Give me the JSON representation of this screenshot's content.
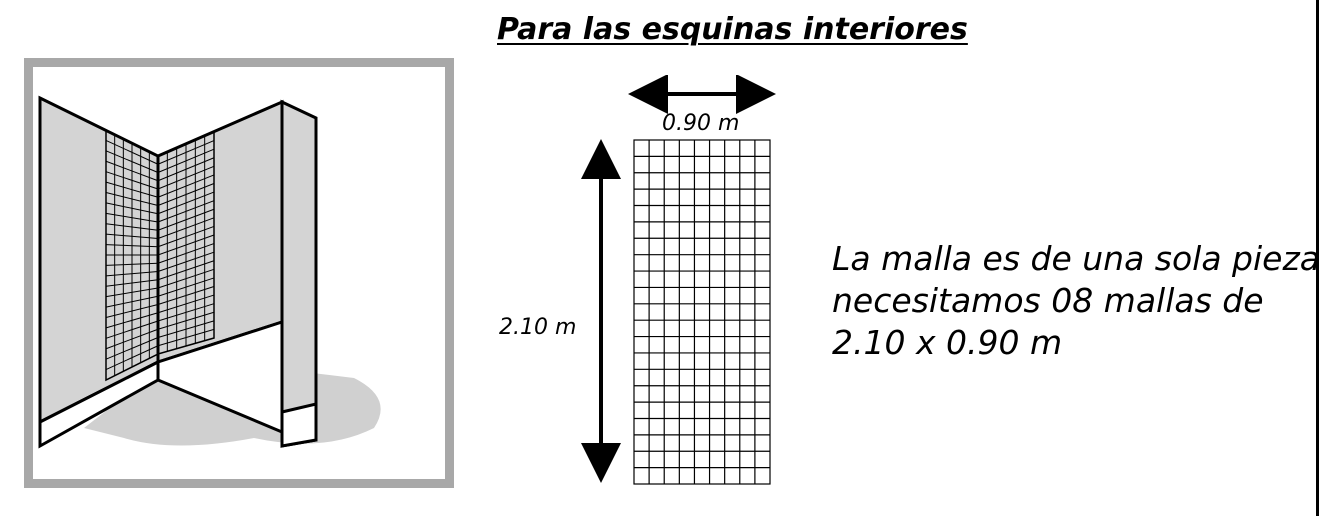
{
  "title": "Para las esquinas interiores",
  "mesh": {
    "width_label": "0.90 m",
    "height_label": "2.10 m",
    "columns": 9,
    "rows": 21
  },
  "note": {
    "line1": "La malla es de una sola pieza",
    "line2": "necesitamos 08 mallas de",
    "line3": "2.10 x 0.90 m"
  },
  "colors": {
    "frame_gray": "#a8a8a8",
    "wall_gray": "#d4d4d4",
    "shadow_gray": "#d0d0d0",
    "line": "#000000"
  }
}
